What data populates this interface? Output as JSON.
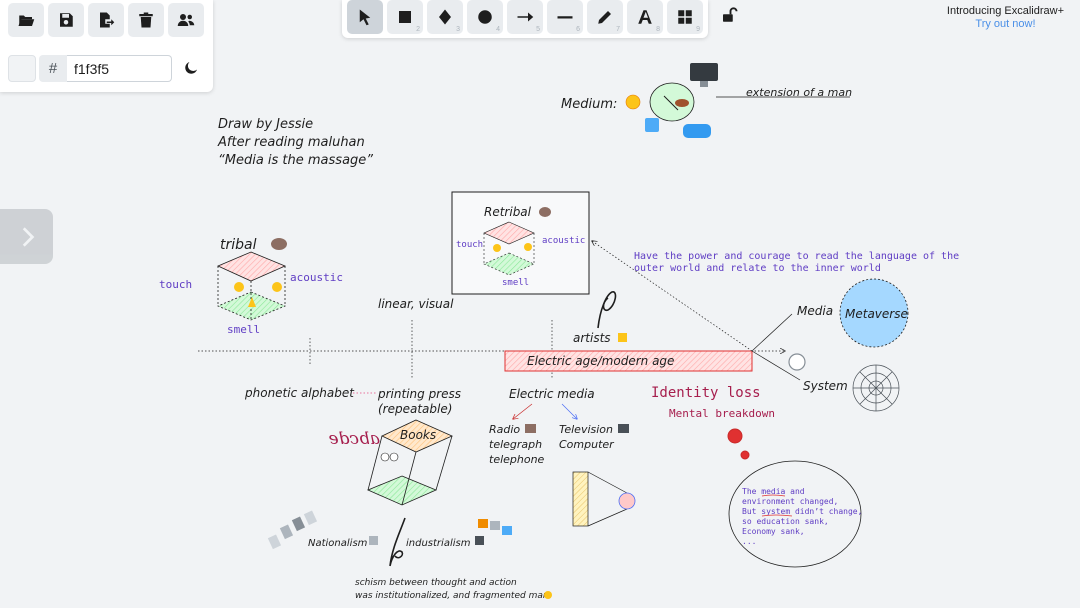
{
  "menu": {
    "buttons": [
      {
        "name": "open-button",
        "icon": "folder-open-icon"
      },
      {
        "name": "save-button",
        "icon": "save-icon"
      },
      {
        "name": "export-button",
        "icon": "export-icon"
      },
      {
        "name": "clear-canvas-button",
        "icon": "trash-icon"
      },
      {
        "name": "collaborate-button",
        "icon": "users-icon"
      }
    ],
    "hash_label": "#",
    "background_hex": "f1f3f5",
    "theme_icon": "moon-icon"
  },
  "toolbar": {
    "tools": [
      {
        "name": "selection",
        "icon": "cursor-icon",
        "key": ""
      },
      {
        "name": "rectangle",
        "icon": "square-icon",
        "key": "2"
      },
      {
        "name": "diamond",
        "icon": "diamond-icon",
        "key": "3"
      },
      {
        "name": "ellipse",
        "icon": "circle-icon",
        "key": "4"
      },
      {
        "name": "arrow",
        "icon": "arrow-icon",
        "key": "5"
      },
      {
        "name": "line",
        "icon": "line-icon",
        "key": "6"
      },
      {
        "name": "draw",
        "icon": "pencil-icon",
        "key": "7"
      },
      {
        "name": "text",
        "icon": "text-icon",
        "key": "8"
      },
      {
        "name": "library",
        "icon": "library-icon",
        "key": "9"
      }
    ],
    "lock_icon": "unlock-icon"
  },
  "promo": {
    "title": "Introducing Excalidraw+",
    "link": "Try out now!"
  },
  "canvas": {
    "background": "#f1f3f5",
    "header_lines": [
      "Draw by Jessie",
      "After reading maluhan",
      "“Media is the massage”"
    ],
    "medium_label": "Medium:",
    "extension_label": "extension of a man",
    "tribal": {
      "title": "tribal",
      "touch": "touch",
      "acoustic": "acoustic",
      "smell": "smell"
    },
    "retribal": {
      "title": "Retribal",
      "touch": "touch",
      "acoustic": "acoustic",
      "smell": "smell"
    },
    "quote": [
      "Have the power and courage to read the language of the",
      "outer world and relate to the inner world"
    ],
    "linear_visual": "linear, visual",
    "artists": "artists",
    "electric_age": "Electric age/modern age",
    "media_label": "Media",
    "metaverse": "Metaverse",
    "system_label": "System",
    "phonetic": "phonetic alphabet",
    "printing_press": [
      "printing press",
      "(repeatable)"
    ],
    "books": "Books",
    "abcde": "abcde",
    "electric_media": "Electric media",
    "radio_group": [
      "Radio",
      "telegraph",
      "telephone"
    ],
    "tv_group": [
      "Television",
      "Computer"
    ],
    "identity_loss": "Identity loss",
    "mental_breakdown": "Mental breakdown",
    "bubble_lines": [
      "The media and",
      "environment changed,",
      "But system didn’t change,",
      "so education sank,",
      "Economy sank,",
      "..."
    ],
    "nationalism": "Nationalism",
    "industrialism": "industrialism",
    "schism": [
      "schism between thought and action",
      "was institutionalized, and fragmented man"
    ],
    "colors": {
      "accent_blue": "#6741d9",
      "electric_fill": "#ffc9c9",
      "identity_red": "#a61e4d",
      "green_fill": "#b2f2bb"
    }
  }
}
